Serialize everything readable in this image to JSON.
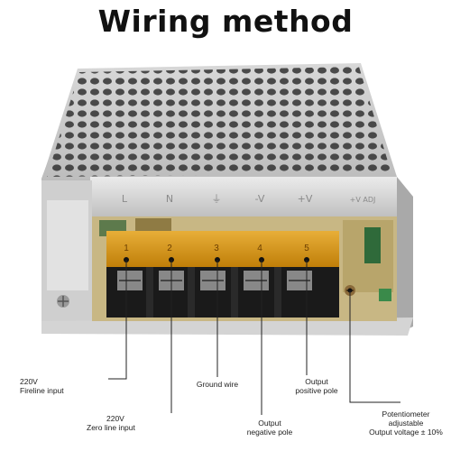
{
  "title": "Wiring method",
  "terminal_markings": [
    "L",
    "N",
    "⏚",
    "-V",
    "+V",
    "+V ADJ"
  ],
  "terminal_numbers": [
    "1",
    "2",
    "3",
    "4",
    "5"
  ],
  "labels": {
    "fireline": {
      "line1": "220V",
      "line2": "Fireline input"
    },
    "zeroline": {
      "line1": "220V",
      "line2": "Zero line input"
    },
    "ground": {
      "line1": "Ground wire"
    },
    "neg": {
      "line1": "Output",
      "line2": "negative pole"
    },
    "pos": {
      "line1": "Output",
      "line2": "positive pole"
    },
    "pot": {
      "line1": "Potentiometer",
      "line2": "adjustable",
      "line3": "Output voltage ± 10%"
    }
  },
  "colors": {
    "terminal_amber": "#e8a20a",
    "terminal_black": "#1a1a1a",
    "metal": "#c9c9c9"
  }
}
